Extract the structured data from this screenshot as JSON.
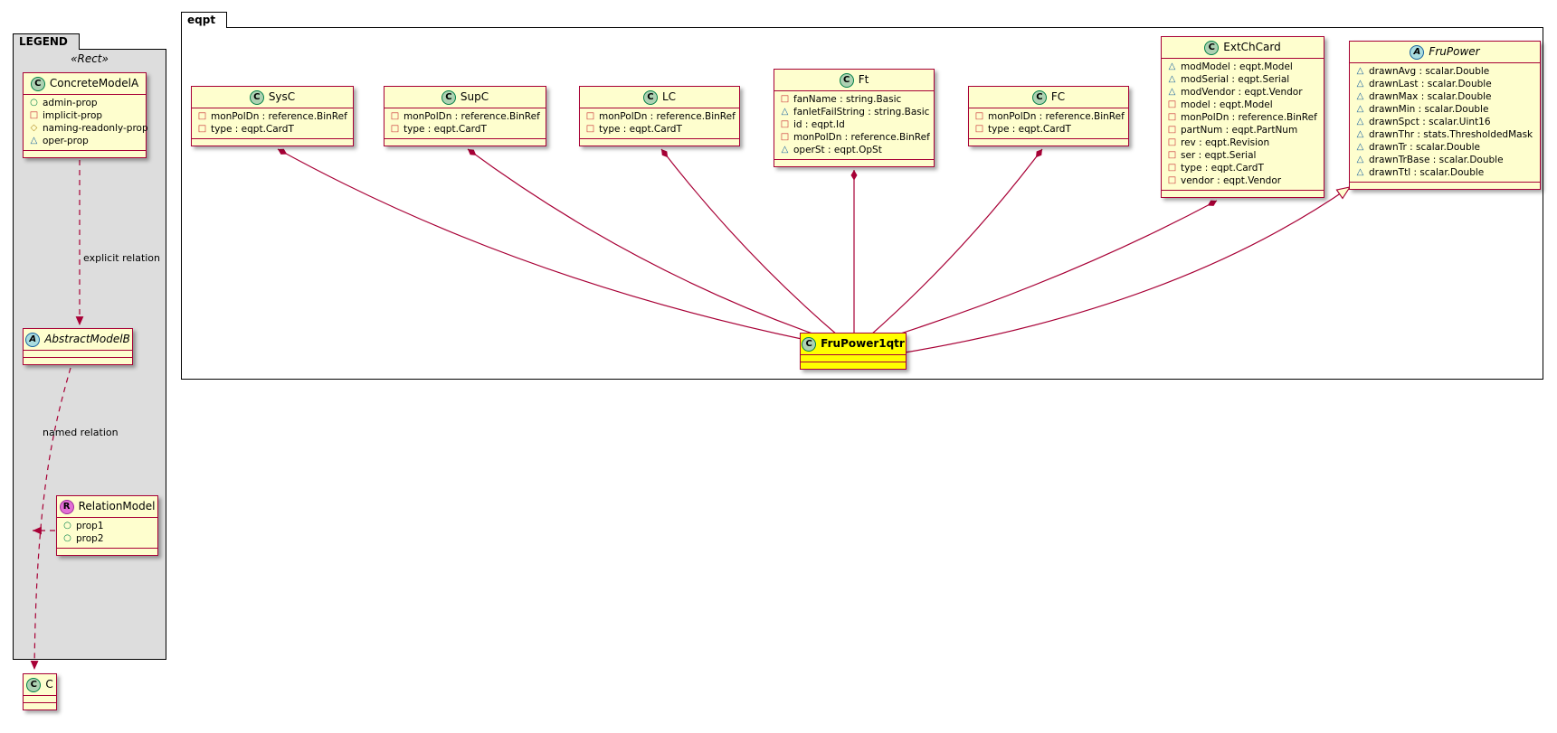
{
  "diagram": {
    "kind": "uml-class-diagram"
  },
  "legend": {
    "tab": "LEGEND",
    "stereotype": "«Rect»",
    "concrete": {
      "spot": "C",
      "name": "ConcreteModelA",
      "members": [
        {
          "icon": "green-circle",
          "text": "admin-prop"
        },
        {
          "icon": "red-square",
          "text": "implicit-prop"
        },
        {
          "icon": "orange-diamond",
          "text": "naming-readonly-prop"
        },
        {
          "icon": "blue-triangle",
          "text": "oper-prop"
        }
      ]
    },
    "abstract": {
      "spot": "A",
      "name": "AbstractModelB"
    },
    "relation_model": {
      "spot": "R",
      "name": "RelationModel",
      "members": [
        {
          "icon": "green-circle",
          "text": "prop1"
        },
        {
          "icon": "green-circle",
          "text": "prop2"
        }
      ]
    },
    "c": {
      "spot": "C",
      "name": "C"
    },
    "labels": {
      "explicit": "explicit relation",
      "named": "named relation"
    }
  },
  "eqpt": {
    "tab": "eqpt",
    "classes": {
      "sysc": {
        "spot": "C",
        "name": "SysC",
        "members": [
          {
            "icon": "red-square",
            "text": "monPolDn : reference.BinRef"
          },
          {
            "icon": "red-square",
            "text": "type : eqpt.CardT"
          }
        ]
      },
      "supc": {
        "spot": "C",
        "name": "SupC",
        "members": [
          {
            "icon": "red-square",
            "text": "monPolDn : reference.BinRef"
          },
          {
            "icon": "red-square",
            "text": "type : eqpt.CardT"
          }
        ]
      },
      "lc": {
        "spot": "C",
        "name": "LC",
        "members": [
          {
            "icon": "red-square",
            "text": "monPolDn : reference.BinRef"
          },
          {
            "icon": "red-square",
            "text": "type : eqpt.CardT"
          }
        ]
      },
      "ft": {
        "spot": "C",
        "name": "Ft",
        "members": [
          {
            "icon": "red-square",
            "text": "fanName : string.Basic"
          },
          {
            "icon": "blue-triangle",
            "text": "fanletFailString : string.Basic"
          },
          {
            "icon": "red-square",
            "text": "id : eqpt.Id"
          },
          {
            "icon": "red-square",
            "text": "monPolDn : reference.BinRef"
          },
          {
            "icon": "blue-triangle",
            "text": "operSt : eqpt.OpSt"
          }
        ]
      },
      "fc": {
        "spot": "C",
        "name": "FC",
        "members": [
          {
            "icon": "red-square",
            "text": "monPolDn : reference.BinRef"
          },
          {
            "icon": "red-square",
            "text": "type : eqpt.CardT"
          }
        ]
      },
      "extchcard": {
        "spot": "C",
        "name": "ExtChCard",
        "members": [
          {
            "icon": "blue-triangle",
            "text": "modModel : eqpt.Model"
          },
          {
            "icon": "blue-triangle",
            "text": "modSerial : eqpt.Serial"
          },
          {
            "icon": "blue-triangle",
            "text": "modVendor : eqpt.Vendor"
          },
          {
            "icon": "red-square",
            "text": "model : eqpt.Model"
          },
          {
            "icon": "red-square",
            "text": "monPolDn : reference.BinRef"
          },
          {
            "icon": "red-square",
            "text": "partNum : eqpt.PartNum"
          },
          {
            "icon": "red-square",
            "text": "rev : eqpt.Revision"
          },
          {
            "icon": "red-square",
            "text": "ser : eqpt.Serial"
          },
          {
            "icon": "red-square",
            "text": "type : eqpt.CardT"
          },
          {
            "icon": "red-square",
            "text": "vendor : eqpt.Vendor"
          }
        ]
      },
      "frupower": {
        "spot": "A",
        "name": "FruPower",
        "members": [
          {
            "icon": "blue-triangle",
            "text": "drawnAvg : scalar.Double"
          },
          {
            "icon": "blue-triangle",
            "text": "drawnLast : scalar.Double"
          },
          {
            "icon": "blue-triangle",
            "text": "drawnMax : scalar.Double"
          },
          {
            "icon": "blue-triangle",
            "text": "drawnMin : scalar.Double"
          },
          {
            "icon": "blue-triangle",
            "text": "drawnSpct : scalar.Uint16"
          },
          {
            "icon": "blue-triangle",
            "text": "drawnThr : stats.ThresholdedMask"
          },
          {
            "icon": "blue-triangle",
            "text": "drawnTr : scalar.Double"
          },
          {
            "icon": "blue-triangle",
            "text": "drawnTrBase : scalar.Double"
          },
          {
            "icon": "blue-triangle",
            "text": "drawnTtl : scalar.Double"
          }
        ]
      },
      "frupower1qtr": {
        "spot": "C",
        "name": "FruPower1qtr"
      }
    }
  },
  "colors": {
    "class_bg": "#FEFECE",
    "class_border": "#A80036",
    "highlight_bg": "#FFFF00",
    "legend_bg": "#DDDDDD",
    "line": "#A80036",
    "spot_c_bg": "#ADD1B2",
    "spot_a_bg": "#A9DCDF",
    "spot_r_bg": "#E36FD6",
    "icon_red_square": "#C82930",
    "icon_blue_triangle": "#1963A0",
    "icon_green_circle": "#038048",
    "icon_orange_diamond": "#B38D22"
  }
}
